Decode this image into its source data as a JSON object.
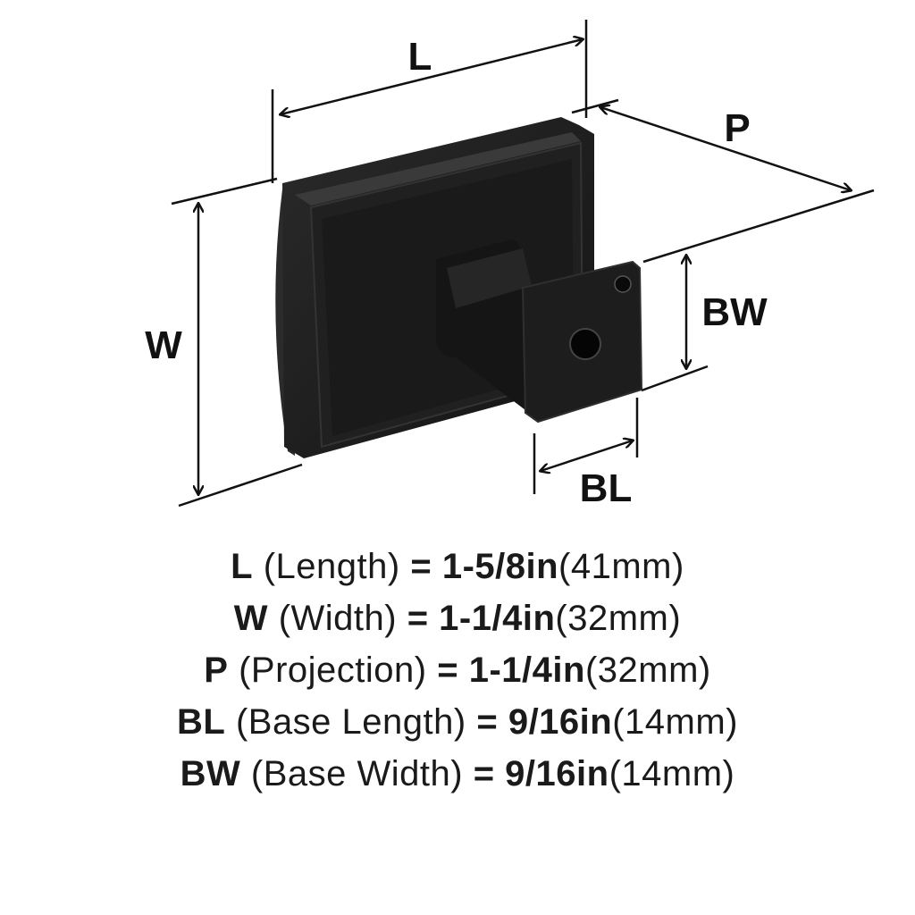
{
  "diagram": {
    "labels": {
      "L": "L",
      "W": "W",
      "P": "P",
      "BL": "BL",
      "BW": "BW"
    }
  },
  "specs": [
    {
      "code": "L",
      "name": "(Length)",
      "eq": "= 1-5/8in",
      "metric": "(41mm)"
    },
    {
      "code": "W",
      "name": "(Width)",
      "eq": "= 1-1/4in",
      "metric": "(32mm)"
    },
    {
      "code": "P",
      "name": "(Projection)",
      "eq": "= 1-1/4in",
      "metric": "(32mm)"
    },
    {
      "code": "BL",
      "name": "(Base Length)",
      "eq": "= 9/16in",
      "metric": "(14mm)"
    },
    {
      "code": "BW",
      "name": "(Base Width)",
      "eq": "= 9/16in",
      "metric": "(14mm)"
    }
  ],
  "colors": {
    "product": "#1c1c1c",
    "lines": "#111111"
  }
}
